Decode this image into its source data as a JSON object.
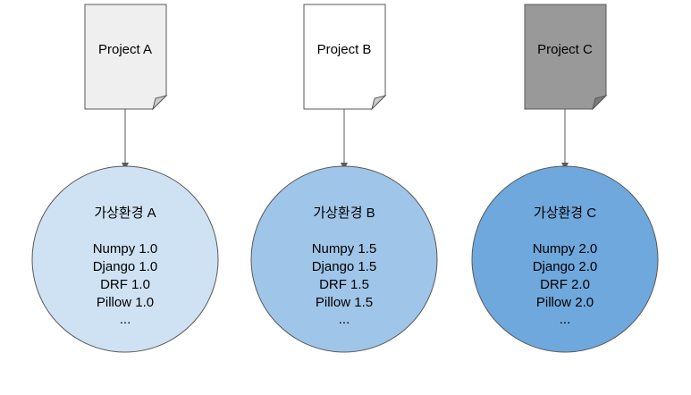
{
  "projects": [
    {
      "label": "Project A",
      "doc_fill": "#efefef",
      "env": {
        "title": "가상환경 A",
        "packages": [
          "Numpy 1.0",
          "Django 1.0",
          "DRF 1.0",
          "Pillow 1.0",
          "..."
        ],
        "fill": "#cfe2f3"
      }
    },
    {
      "label": "Project B",
      "doc_fill": "#ffffff",
      "env": {
        "title": "가상환경 B",
        "packages": [
          "Numpy 1.5",
          "Django 1.5",
          "DRF 1.5",
          "Pillow 1.5",
          "..."
        ],
        "fill": "#9fc5e8"
      }
    },
    {
      "label": "Project C",
      "doc_fill": "#999999",
      "env": {
        "title": "가상환경 C",
        "packages": [
          "Numpy 2.0",
          "Django 2.0",
          "DRF 2.0",
          "Pillow 2.0",
          "..."
        ],
        "fill": "#6fa8dc"
      }
    }
  ],
  "colors": {
    "stroke": "#595959",
    "arrow": "#595959",
    "text": "#000000"
  }
}
